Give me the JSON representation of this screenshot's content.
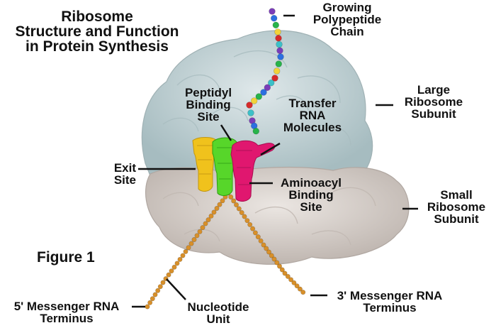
{
  "figure": {
    "title_lines": [
      "Ribosome",
      "Structure and Function",
      "in Protein Synthesis"
    ],
    "figure_label": "Figure 1"
  },
  "labels": {
    "polypeptide": [
      "Growing",
      "Polypeptide",
      "Chain"
    ],
    "large_subunit": [
      "Large",
      "Ribosome",
      "Subunit"
    ],
    "peptidyl_site": [
      "Peptidyl",
      "Binding",
      "Site"
    ],
    "trna": [
      "Transfer",
      "RNA",
      "Molecules"
    ],
    "exit_site": [
      "Exit",
      "Site"
    ],
    "aminoacyl_site": [
      "Aminoacyl",
      "Binding",
      "Site"
    ],
    "small_subunit": [
      "Small",
      "Ribosome",
      "Subunit"
    ],
    "mrna_5": [
      "5' Messenger RNA",
      "Terminus"
    ],
    "nucleotide": [
      "Nucleotide",
      "Unit"
    ],
    "mrna_3": [
      "3' Messenger RNA",
      "Terminus"
    ]
  },
  "colors": {
    "large_subunit": "#b9cdd0",
    "small_subunit": "#d6cfca",
    "exit_trna": "#f0c21c",
    "peptidyl_trna": "#57d62a",
    "aminoacyl_trna": "#e0176f",
    "mrna_beads": "#d8902a",
    "chain_beads": [
      "#7a3db8",
      "#2c6fe0",
      "#27b34a",
      "#f2d33a",
      "#d62a2a",
      "#3cc0c8"
    ]
  }
}
